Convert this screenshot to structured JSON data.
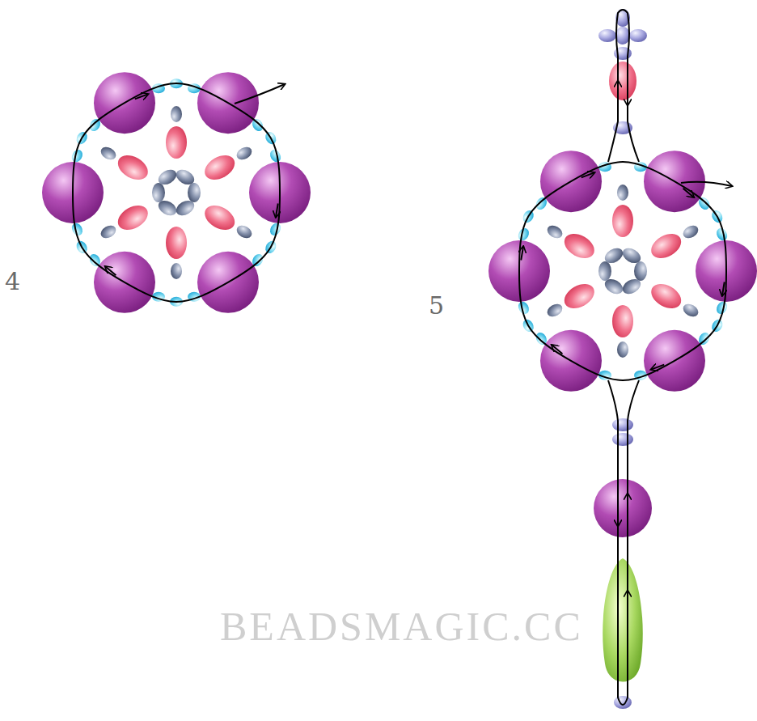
{
  "diagram": {
    "labels": [
      "4",
      "5",
      "BEADSMAGIC.CC"
    ]
  }
}
